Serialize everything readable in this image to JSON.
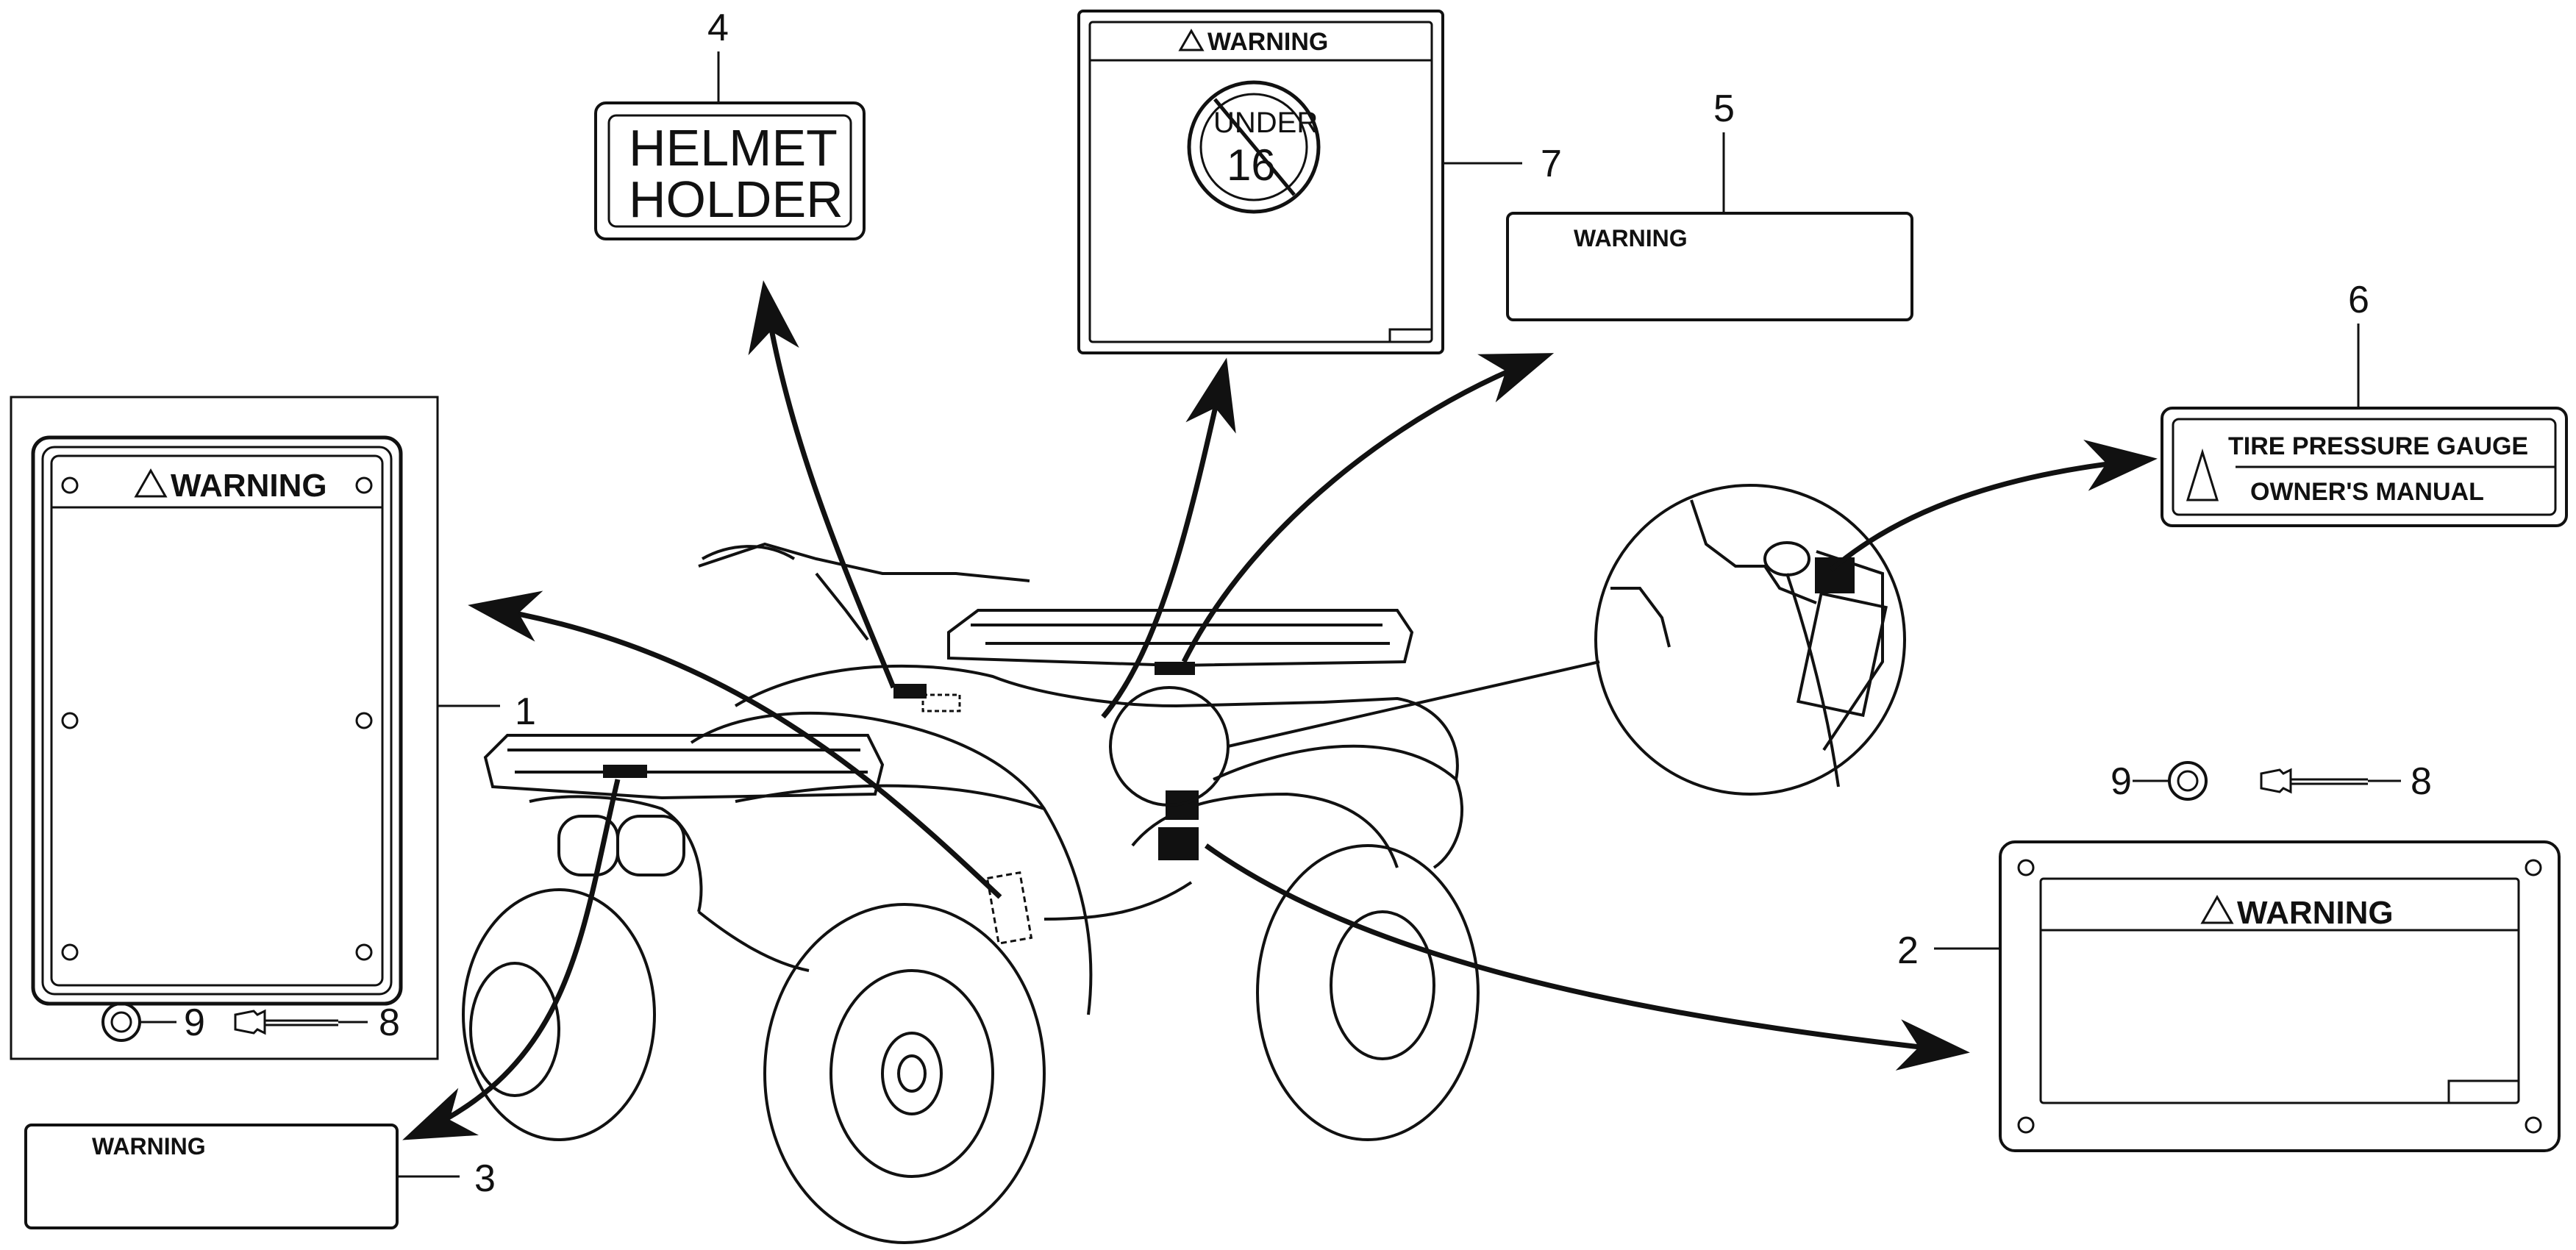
{
  "colors": {
    "ink": "#111111",
    "paper": "#ffffff"
  },
  "labels": {
    "warning_large": "WARNING",
    "helmet_line1": "HELMET",
    "helmet_line2": "HOLDER",
    "warning_under16": "WARNING",
    "under_text": "UNDER",
    "age_text": "16",
    "warning_label5": "WARNING",
    "tire_pressure": "TIRE PRESSURE GAUGE",
    "owners_manual": "OWNER'S MANUAL",
    "warning_label2": "WARNING",
    "warning_label3": "WARNING"
  },
  "callouts": {
    "n1": "1",
    "n2": "2",
    "n3": "3",
    "n4": "4",
    "n5": "5",
    "n6": "6",
    "n7": "7",
    "n8a": "8",
    "n8b": "8",
    "n9a": "9",
    "n9b": "9"
  },
  "icons": [
    "warning-triangle-icon",
    "no-under-16-icon",
    "grommet-icon",
    "rivet-icon",
    "atv-vehicle-illustration",
    "detail-magnifier-circle"
  ]
}
